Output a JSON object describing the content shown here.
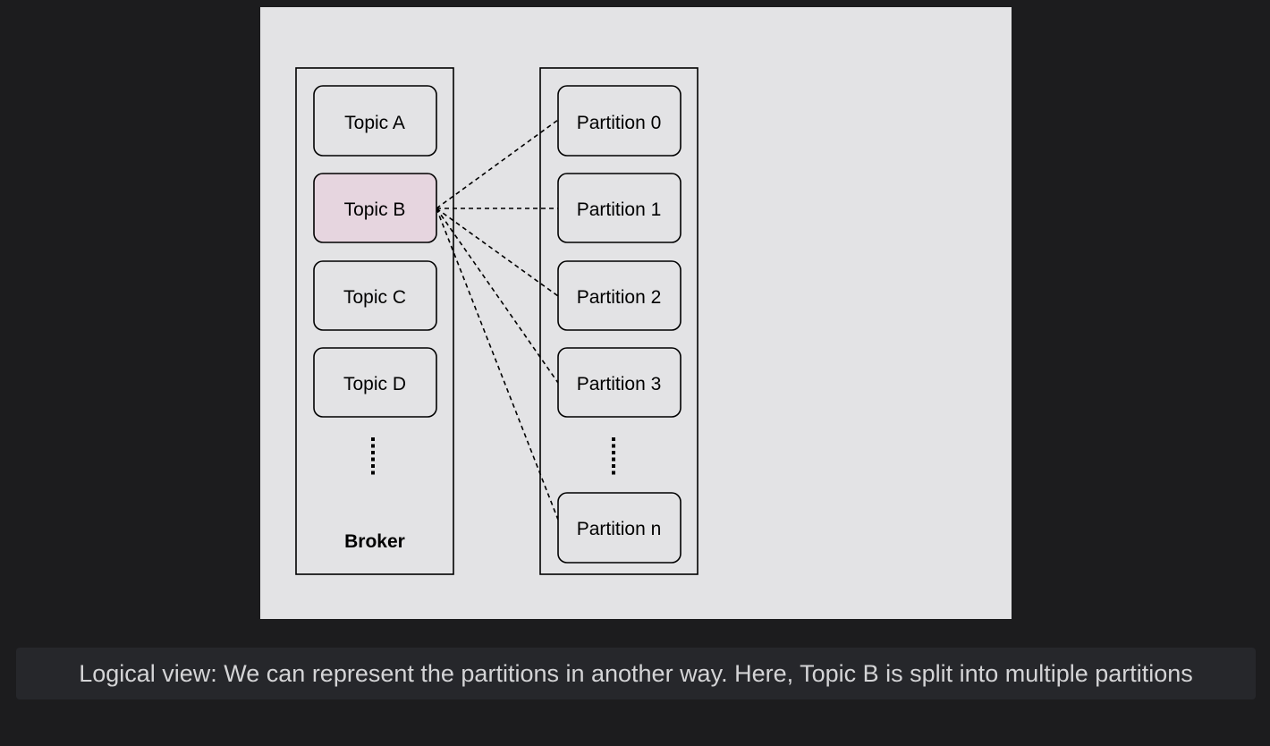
{
  "diagram": {
    "topics": [
      "Topic A",
      "Topic B",
      "Topic C",
      "Topic D"
    ],
    "highlighted_topic": "Topic B",
    "container_label": "Broker",
    "partitions": [
      "Partition 0",
      "Partition 1",
      "Partition 2",
      "Partition 3",
      "Partition n"
    ],
    "colors": {
      "canvas_bg": "#e3e3e5",
      "highlight_fill": "#e6d5df",
      "stroke": "#000000"
    }
  },
  "caption": {
    "text": "Logical view: We can represent the partitions in another way. Here, Topic B is split into multiple partitions"
  }
}
